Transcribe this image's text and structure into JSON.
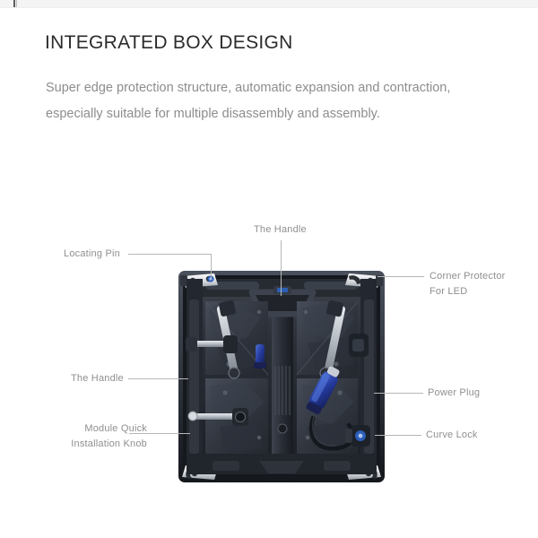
{
  "page": {
    "background_color": "#ffffff",
    "top_strip_color": "#f4f4f4"
  },
  "header": {
    "title": "INTEGRATED BOX DESIGN",
    "title_color": "#2b2b2b",
    "body": "Super edge protection structure, automatic expansion and contraction, especially suitable for multiple disassembly and assembly.",
    "body_color": "#8d8d8d"
  },
  "diagram": {
    "subject": "led-cabinet-rear-view",
    "leader_line_color": "#b7b7b7",
    "label_color": "#8f8f8f",
    "callouts": [
      {
        "id": "locating-pin",
        "label": "Locating Pin",
        "side": "left",
        "lines": [
          "Locating Pin"
        ]
      },
      {
        "id": "the-handle-top",
        "label": "The Handle",
        "side": "top",
        "lines": [
          "The Handle"
        ]
      },
      {
        "id": "corner-protector",
        "label": "Corner Protector For LED",
        "side": "right",
        "lines": [
          "Corner Protector",
          "For  LED"
        ]
      },
      {
        "id": "the-handle-left",
        "label": "The Handle",
        "side": "left",
        "lines": [
          "The Handle"
        ]
      },
      {
        "id": "power-plug",
        "label": "Power Plug",
        "side": "right",
        "lines": [
          "Power Plug"
        ]
      },
      {
        "id": "module-knob",
        "label": "Module Quick Installation Knob",
        "side": "left",
        "lines": [
          "Module Quick",
          "Installation Knob"
        ]
      },
      {
        "id": "curve-lock",
        "label": "Curve  Lock",
        "side": "right",
        "lines": [
          "Curve  Lock"
        ]
      }
    ]
  }
}
